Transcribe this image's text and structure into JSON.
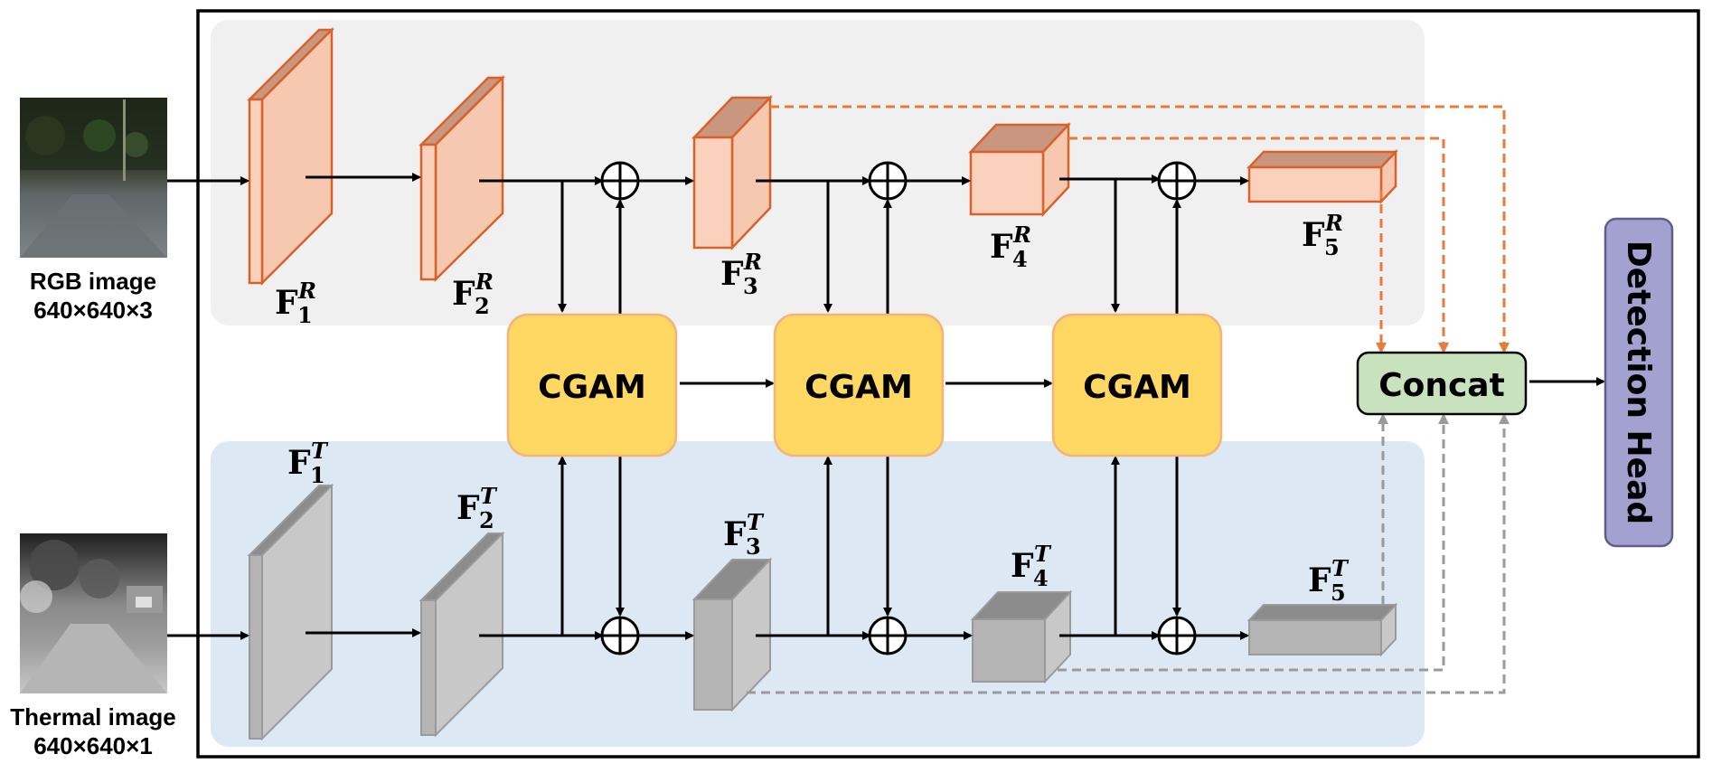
{
  "inputs": {
    "rgb": {
      "label": "RGB image",
      "size": "640×640×3"
    },
    "thermal": {
      "label": "Thermal image",
      "size": "640×640×1"
    }
  },
  "features": {
    "rgb": [
      {
        "main": "F",
        "sub": "1",
        "sup": "R"
      },
      {
        "main": "F",
        "sub": "2",
        "sup": "R"
      },
      {
        "main": "F",
        "sub": "3",
        "sup": "R"
      },
      {
        "main": "F",
        "sub": "4",
        "sup": "R"
      },
      {
        "main": "F",
        "sub": "5",
        "sup": "R"
      }
    ],
    "thermal": [
      {
        "main": "F",
        "sub": "1",
        "sup": "T"
      },
      {
        "main": "F",
        "sub": "2",
        "sup": "T"
      },
      {
        "main": "F",
        "sub": "3",
        "sup": "T"
      },
      {
        "main": "F",
        "sub": "4",
        "sup": "T"
      },
      {
        "main": "F",
        "sub": "5",
        "sup": "T"
      }
    ]
  },
  "modules": {
    "cgam": [
      "CGAM",
      "CGAM",
      "CGAM"
    ],
    "concat": "Concat",
    "detection_head": "Detection Head"
  },
  "colors": {
    "rgb_face": "#f9d1bd",
    "rgb_top": "#c99680",
    "rgb_side": "#f7c8b0",
    "rgb_stroke": "#d9622a",
    "thermal_face": "#b4b4b4",
    "thermal_top": "#8c8c8c",
    "thermal_side": "#c8c8c8",
    "thermal_stroke": "#9a9a9a",
    "rgb_panel": "#f0f0f0",
    "thermal_panel": "#dde8f5",
    "cgam_fill": "#ffd863",
    "cgam_stroke": "#f3b37a",
    "concat_fill": "#c8e2bd",
    "head_fill": "#a3a1d0",
    "orange_dash": "#e87a3a",
    "gray_dash": "#9a9a9a"
  }
}
